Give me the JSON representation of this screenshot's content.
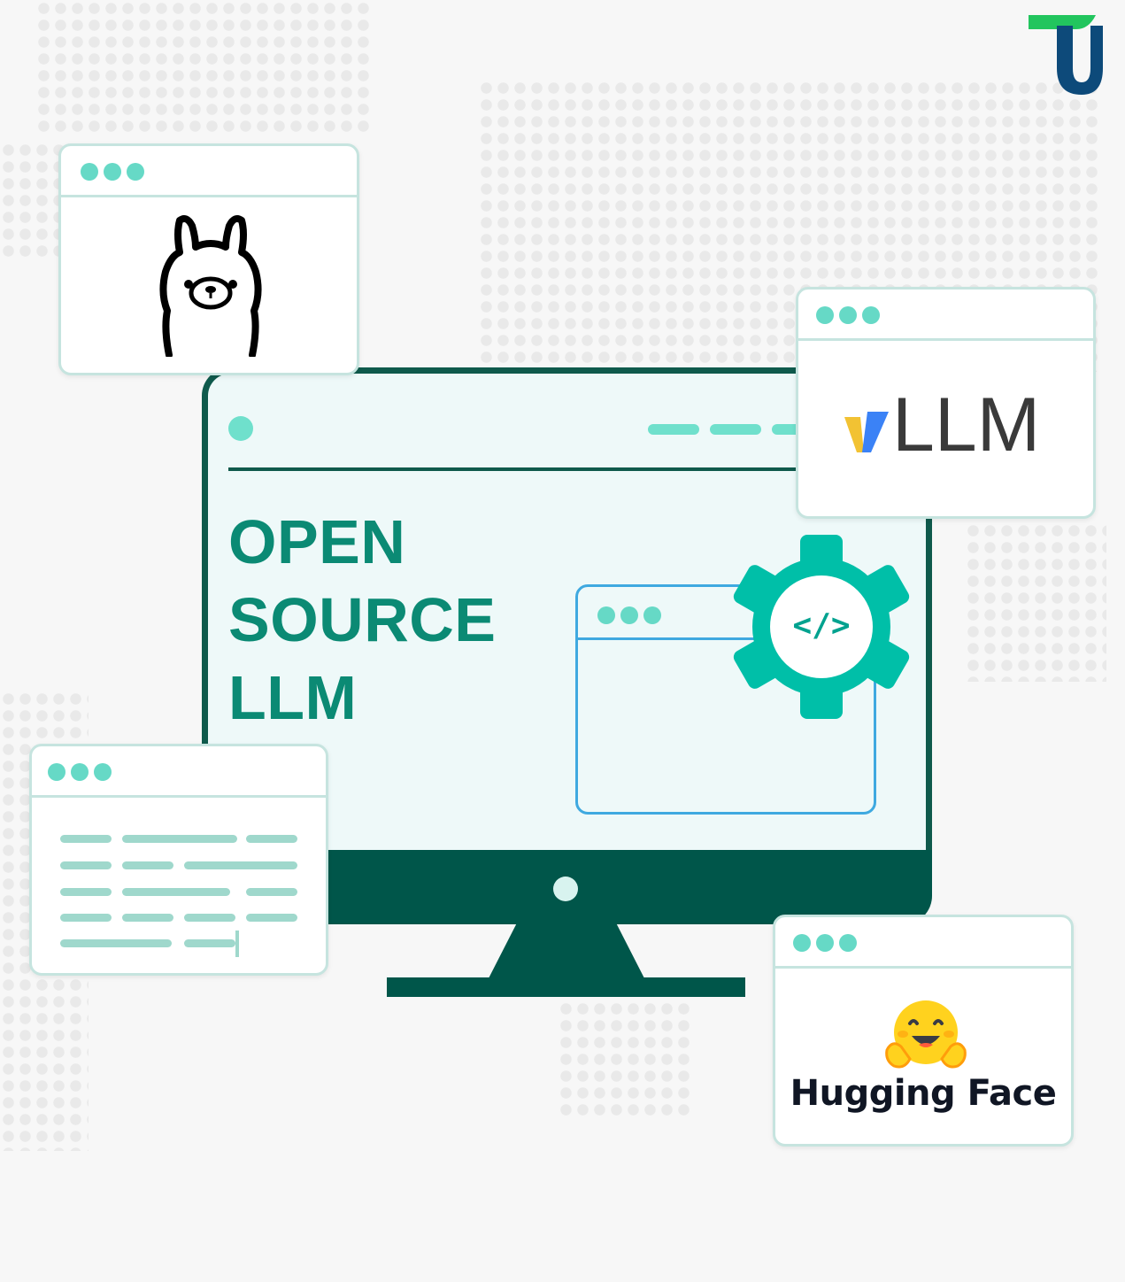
{
  "headline": {
    "line1": "OPEN",
    "line2": "SOURCE",
    "line3": "LLM"
  },
  "cards": {
    "ollama": {
      "icon": "llama-icon"
    },
    "vllm": {
      "label": "LLM",
      "icon": "vllm-v-icon"
    },
    "hugging_face": {
      "label": "Hugging Face",
      "icon": "hugging-face-emoji-icon"
    },
    "code_editor": {
      "icon": "code-lines-icon"
    }
  },
  "gear": {
    "symbol": "</>"
  },
  "colors": {
    "teal_dark": "#00564a",
    "teal_text": "#0b8a74",
    "teal_accent": "#00bfa8",
    "dot": "#66d9c6",
    "card_border": "#c6e4df",
    "inner_window_border": "#3fa9e0",
    "vllm_yellow": "#f2c233",
    "vllm_blue": "#3b82f6",
    "logo_green": "#22c55e",
    "logo_blue": "#0d4a7a"
  }
}
